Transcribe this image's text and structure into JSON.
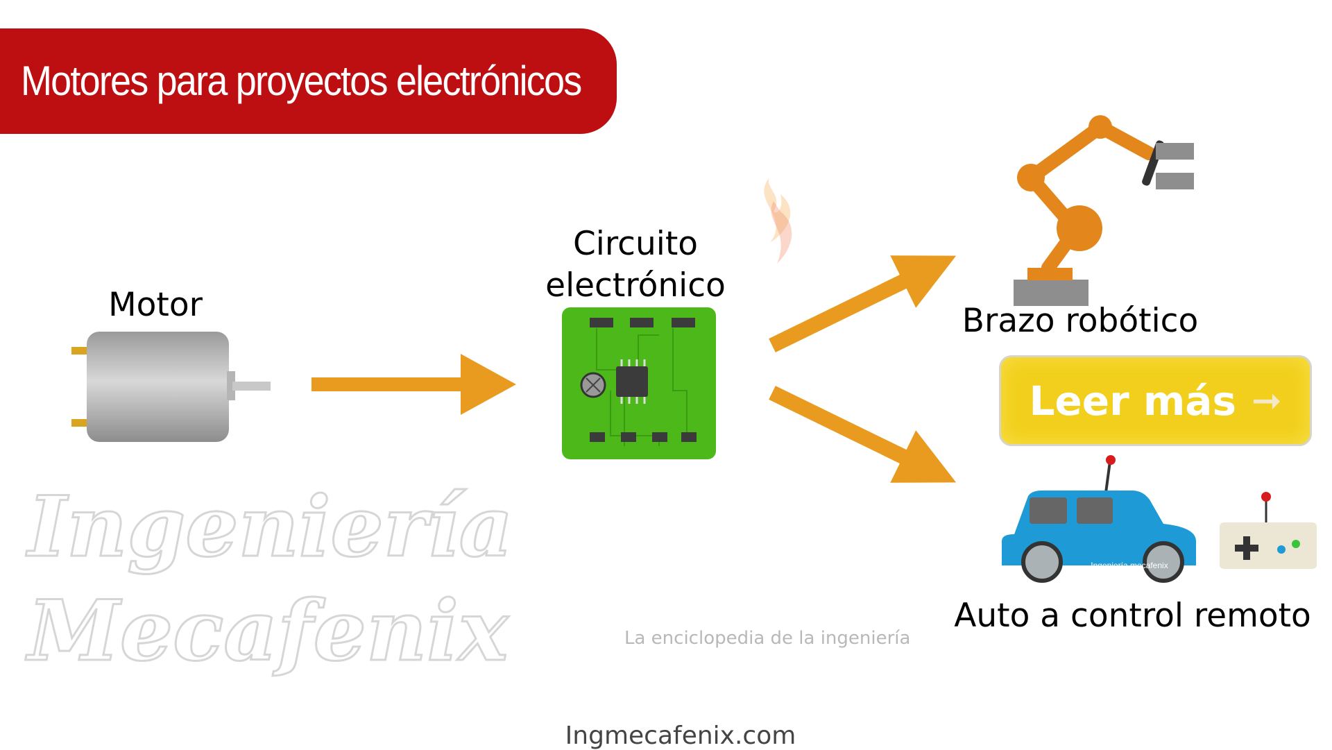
{
  "header": {
    "title": "Motores para proyectos electrónicos"
  },
  "diagram": {
    "motor_label": "Motor",
    "circuit_label_line1": "Circuito",
    "circuit_label_line2": "electrónico",
    "robot_arm_label": "Brazo robótico",
    "rc_car_label": "Auto a control remoto",
    "car_decal": "Ingeniería mecafenix"
  },
  "watermark": {
    "line1": "Ingeniería",
    "line2": "Mecafenix",
    "tagline": "La enciclopedia de la ingeniería"
  },
  "cta_button": {
    "label": "Leer más",
    "icon": "arrow-right-icon",
    "arrow": "➞"
  },
  "footer": {
    "site": "Ingmecafenix.com"
  },
  "colors": {
    "banner": "#bd0f12",
    "arrow": "#e89b1f",
    "pcb": "#4cb81a",
    "car": "#1e9ad6",
    "button": "#f2cf1c"
  }
}
